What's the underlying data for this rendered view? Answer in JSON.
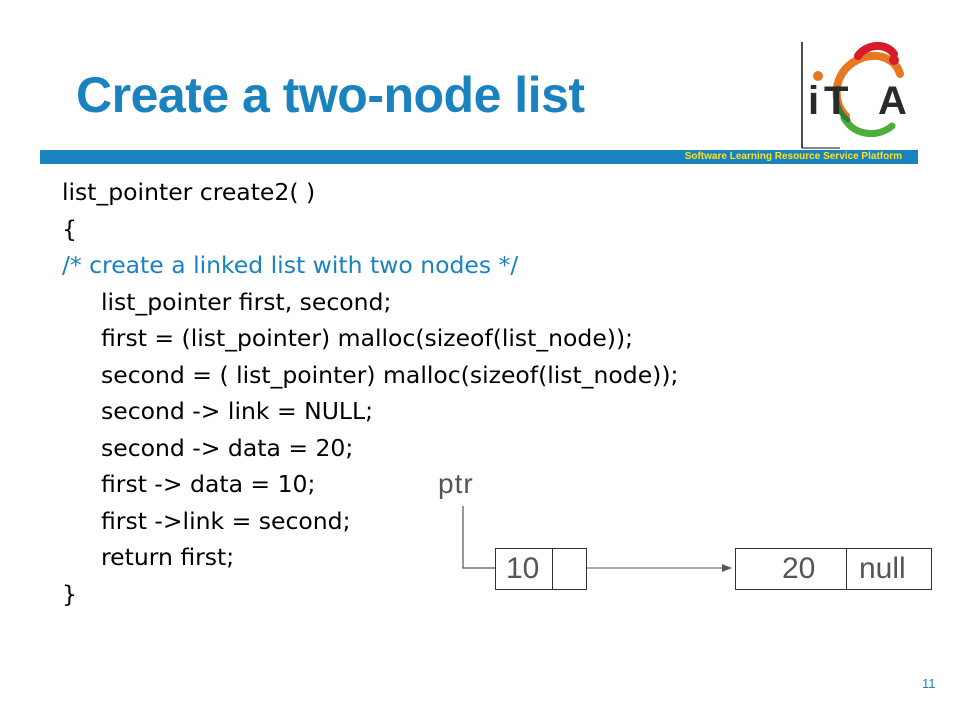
{
  "slide": {
    "title": "Create a two-node list",
    "platform_caption": "Software Learning Resource Service Platform",
    "logo_text": {
      "i": "i",
      "t": "T",
      "a": "A"
    },
    "page_number": "11"
  },
  "code": {
    "lines": [
      {
        "text": "list_pointer create2( )",
        "style": "normal"
      },
      {
        "text": "{",
        "style": "normal"
      },
      {
        "text": "/* create a linked list with two nodes */",
        "style": "comment"
      },
      {
        "text": "list_pointer first, second;",
        "style": "indent"
      },
      {
        "text": "first = (list_pointer) malloc(sizeof(list_node));",
        "style": "indent"
      },
      {
        "text": "second = ( list_pointer) malloc(sizeof(list_node));",
        "style": "indent"
      },
      {
        "text": "second -> link = NULL;",
        "style": "indent"
      },
      {
        "text": "second -> data = 20;",
        "style": "indent"
      },
      {
        "text": "first -> data = 10;",
        "style": "indent"
      },
      {
        "text": "first ->link = second;",
        "style": "indent"
      },
      {
        "text": "return first;",
        "style": "indent"
      },
      {
        "text": "}",
        "style": "normal"
      }
    ]
  },
  "diagram": {
    "pointer_label": "ptr",
    "node1": {
      "data": "10",
      "link": ""
    },
    "node2": {
      "data": "20",
      "link": "null"
    }
  },
  "colors": {
    "title": "#1b82c0",
    "bar": "#1b82c0",
    "caption": "#ffe21a",
    "comment": "#1b82c0"
  }
}
